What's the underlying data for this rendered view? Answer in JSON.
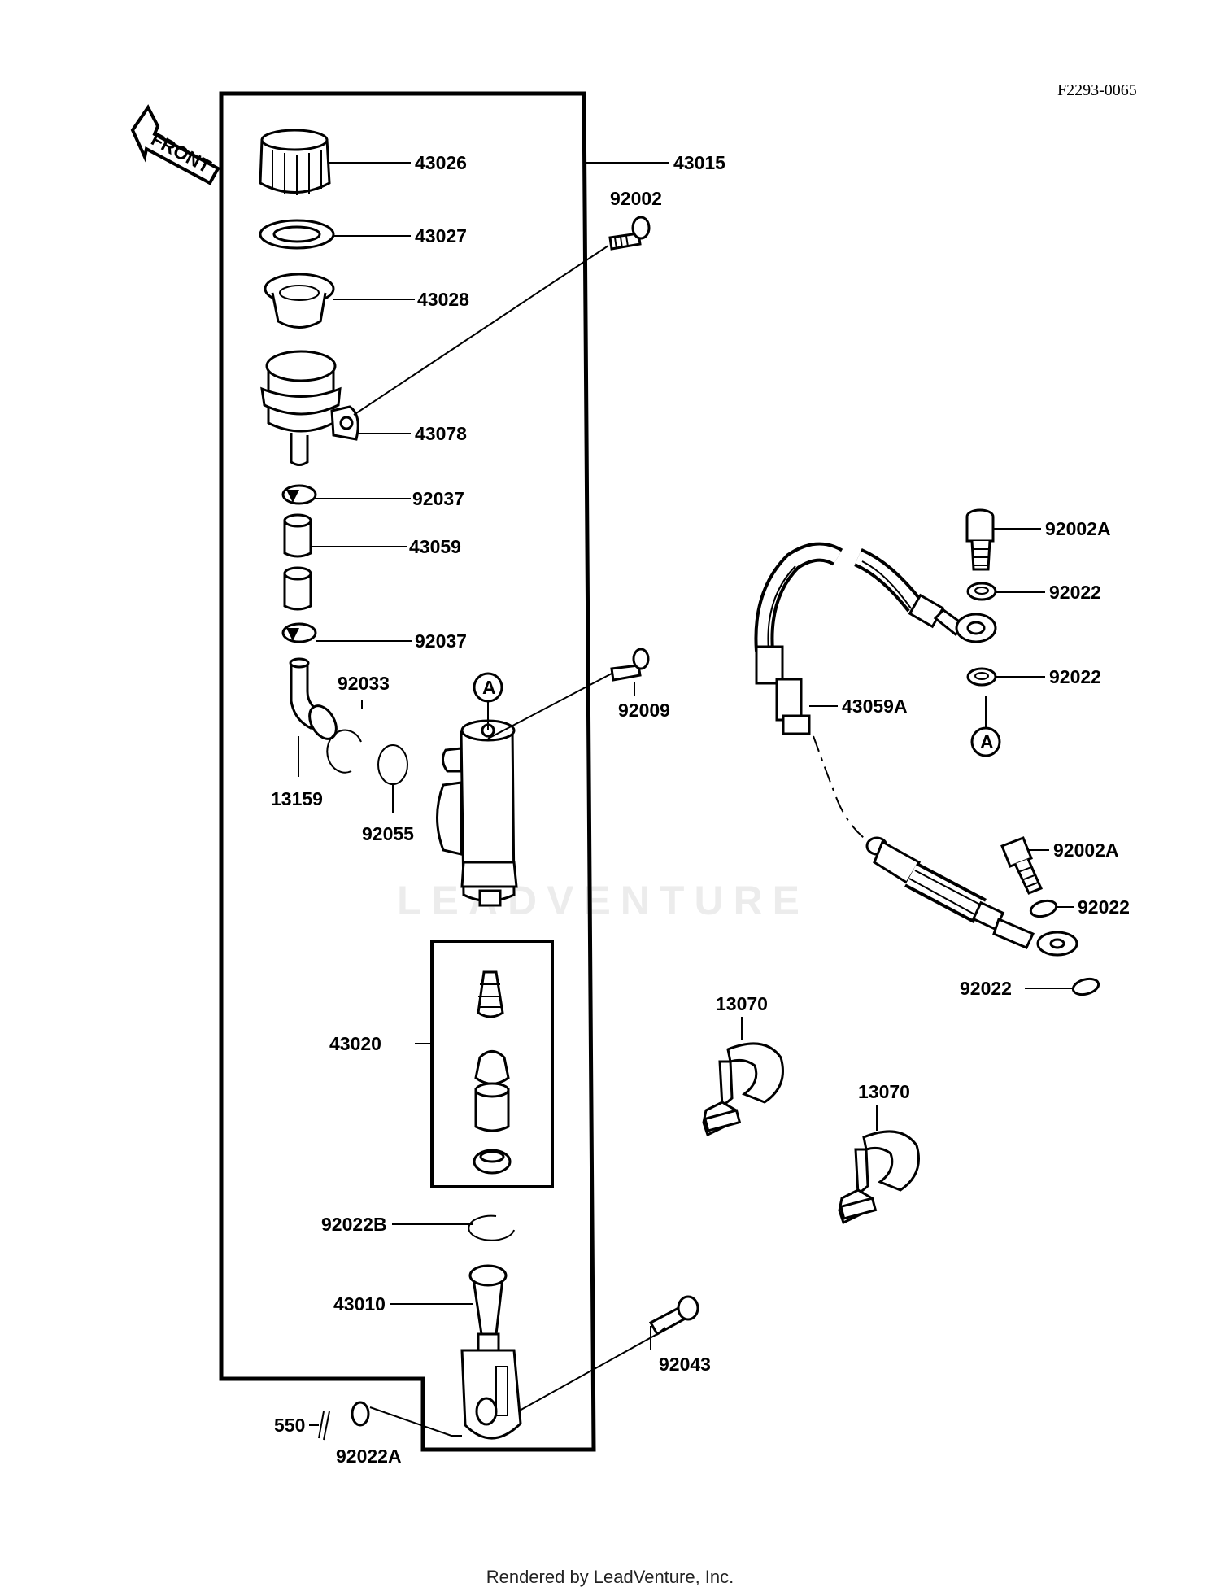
{
  "diagram_code": "F2293-0065",
  "direction_arrow_text": "FRONT",
  "watermark": "LEADVENTURE",
  "footer": "Rendered by LeadVenture, Inc.",
  "part_labels": {
    "43026": "43026",
    "43015": "43015",
    "43027": "43027",
    "92002": "92002",
    "43028": "43028",
    "43078": "43078",
    "92037_top": "92037",
    "43059": "43059",
    "92037_bottom": "92037",
    "92033": "92033",
    "92009": "92009",
    "13159": "13159",
    "92055": "92055",
    "43020": "43020",
    "92022B": "92022B",
    "43010": "43010",
    "92043": "92043",
    "550": "550",
    "92022A": "92022A",
    "92002A_top": "92002A",
    "92022_1": "92022",
    "92022_2": "92022",
    "43059A": "43059A",
    "92002A_bottom": "92002A",
    "92022_3": "92022",
    "92022_4": "92022",
    "13070_1": "13070",
    "13070_2": "13070"
  },
  "reference_marks": {
    "a1": "A",
    "a2": "A"
  }
}
